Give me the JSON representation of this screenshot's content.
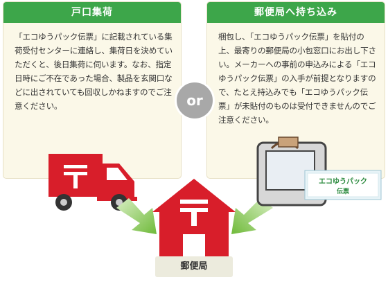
{
  "cards": {
    "left": {
      "title": "戸口集荷",
      "body": "「エコゆうパック伝票」に記載されている集荷受付センターに連絡し、集荷日を決めていただくと、後日集荷に伺います。なお、指定日時にご不在であった場合、製品を玄関口などに出されていても回収しかねますのでご注意ください。"
    },
    "right": {
      "title": "郵便局へ持ち込み",
      "body": "梱包し、「エコゆうパック伝票」を貼付の上、最寄りの郵便局の小包窓口にお出し下さい。メーカーへの事前の申込みによる「エコゆうパック伝票」の入手が前提となりますので、たとえ持込みでも「エコゆうパック伝票」が未貼付のものは受付できませんのでご注意ください。"
    }
  },
  "connector": "or",
  "destination_label": "郵便局",
  "ticket": {
    "line1": "エコゆうパック",
    "line2": "伝票"
  },
  "colors": {
    "header_green": "#3da64a",
    "postal_red": "#d81e2a",
    "arrow_green": "#7cc142",
    "card_bg": "#fbf8e8"
  },
  "icons": [
    "postal-truck-icon",
    "post-office-icon",
    "package-icon",
    "arrow-icon"
  ]
}
